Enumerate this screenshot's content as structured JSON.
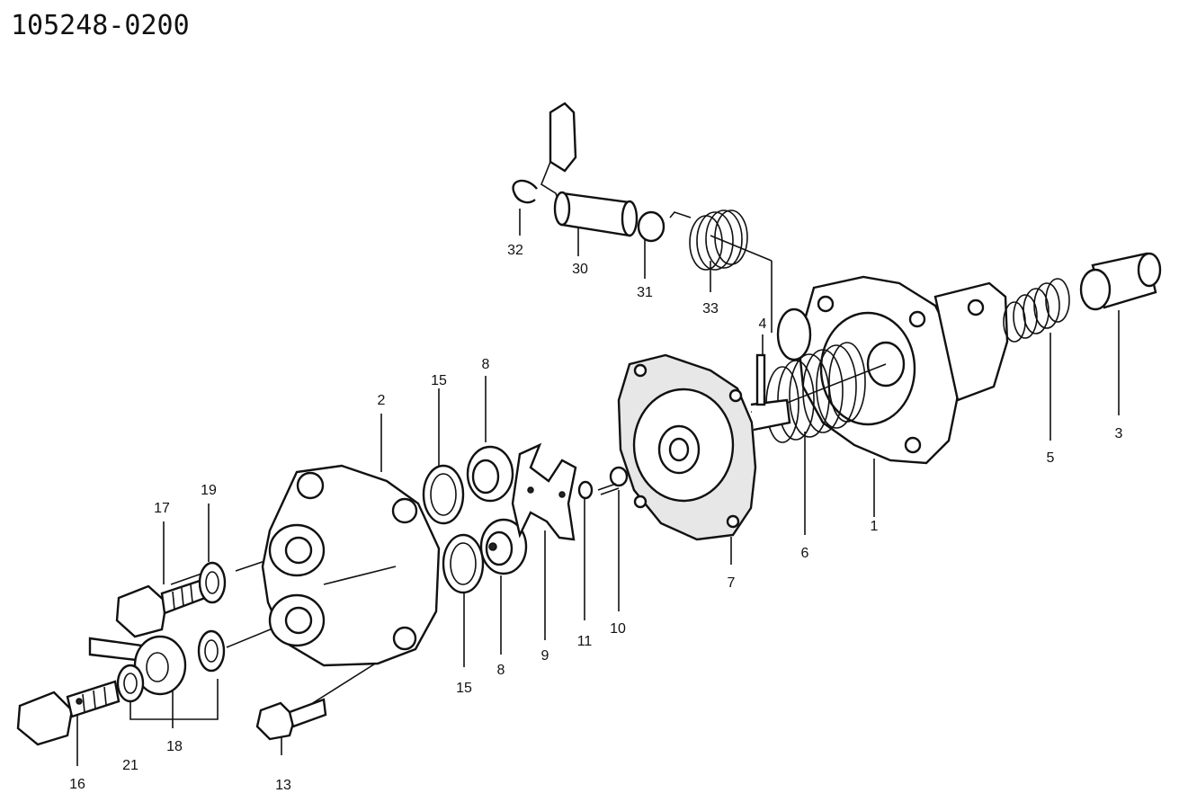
{
  "document_id": "105248-0200",
  "callouts": [
    "1",
    "2",
    "3",
    "4",
    "5",
    "6",
    "7",
    "8",
    "8",
    "9",
    "10",
    "11",
    "13",
    "15",
    "15",
    "16",
    "17",
    "18",
    "19",
    "21",
    "30",
    "31",
    "32",
    "33"
  ],
  "ink_color": "#111111",
  "background_color": "#ffffff"
}
